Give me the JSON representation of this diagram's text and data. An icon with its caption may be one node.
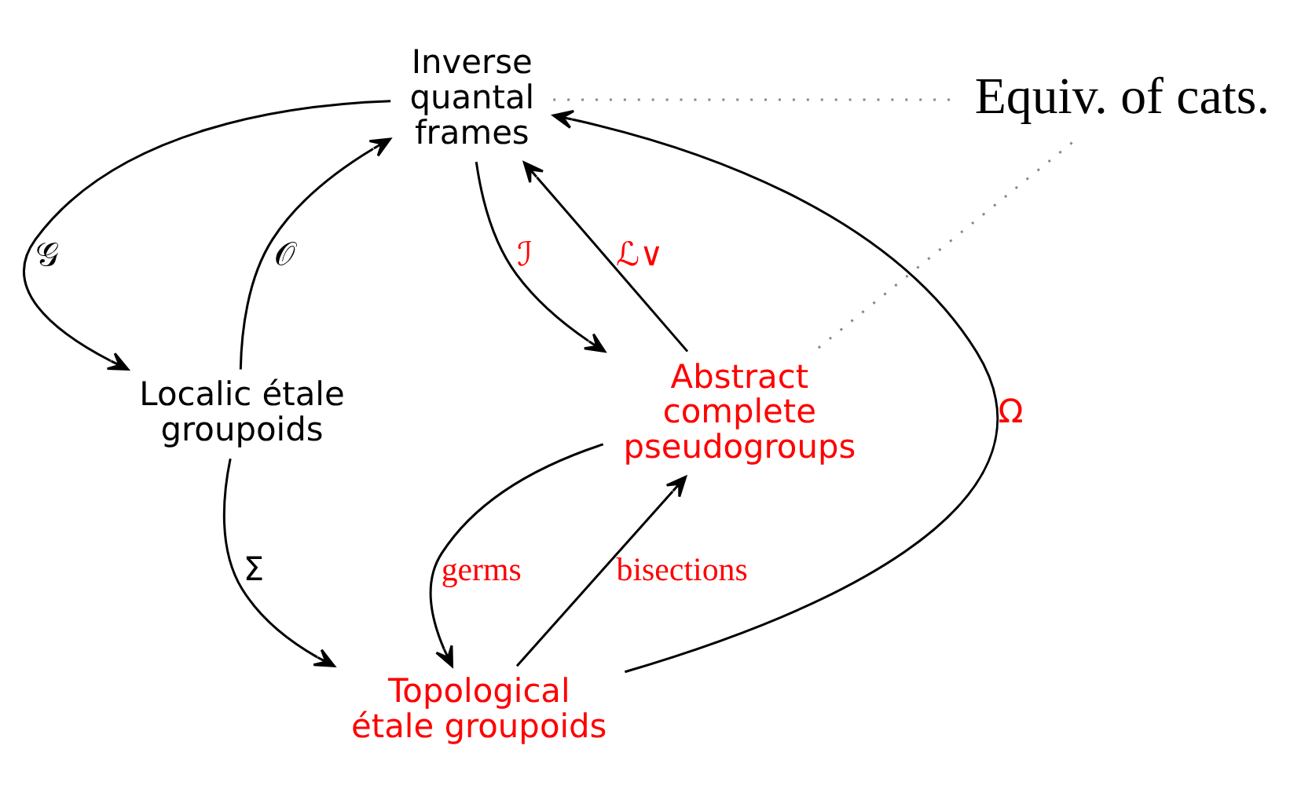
{
  "diagram": {
    "nodes": [
      {
        "text": [
          "Inverse quantal frames"
        ]
      },
      {
        "text": [
          "Equiv. of cats."
        ]
      },
      {
        "text": [
          "Localic étale groupoids"
        ]
      },
      {
        "text": [
          "Abstract complete pseudogroups"
        ]
      },
      {
        "text": [
          "Topological étale groupoids"
        ]
      }
    ],
    "edges": [
      {
        "from": 4,
        "to": 0,
        "arrow": "to",
        "label": "Ω"
      },
      {
        "from": 0,
        "to": 2,
        "arrow": "to",
        "label": "𝒢"
      },
      {
        "from": 2,
        "to": 0,
        "arrow": "to",
        "label": "𝒪"
      },
      {
        "from": 0,
        "to": 3,
        "arrow": "to",
        "label": "ℐ"
      },
      {
        "from": 3,
        "to": 0,
        "arrow": "to",
        "label": "ℒ∨"
      },
      {
        "from": 2,
        "to": 4,
        "arrow": "to",
        "label": "Σ"
      },
      {
        "from": 3,
        "to": 4,
        "arrow": "to",
        "label": "germs"
      },
      {
        "from": 4,
        "to": 3,
        "arrow": "to",
        "label": "bisections"
      },
      {
        "from": 0,
        "to": 1,
        "arrow": "none",
        "style": "dashed",
        "color": "#888888"
      },
      {
        "from": 1,
        "to": 3,
        "arrow": "none",
        "style": "dashed",
        "color": "#888888"
      }
    ]
  }
}
